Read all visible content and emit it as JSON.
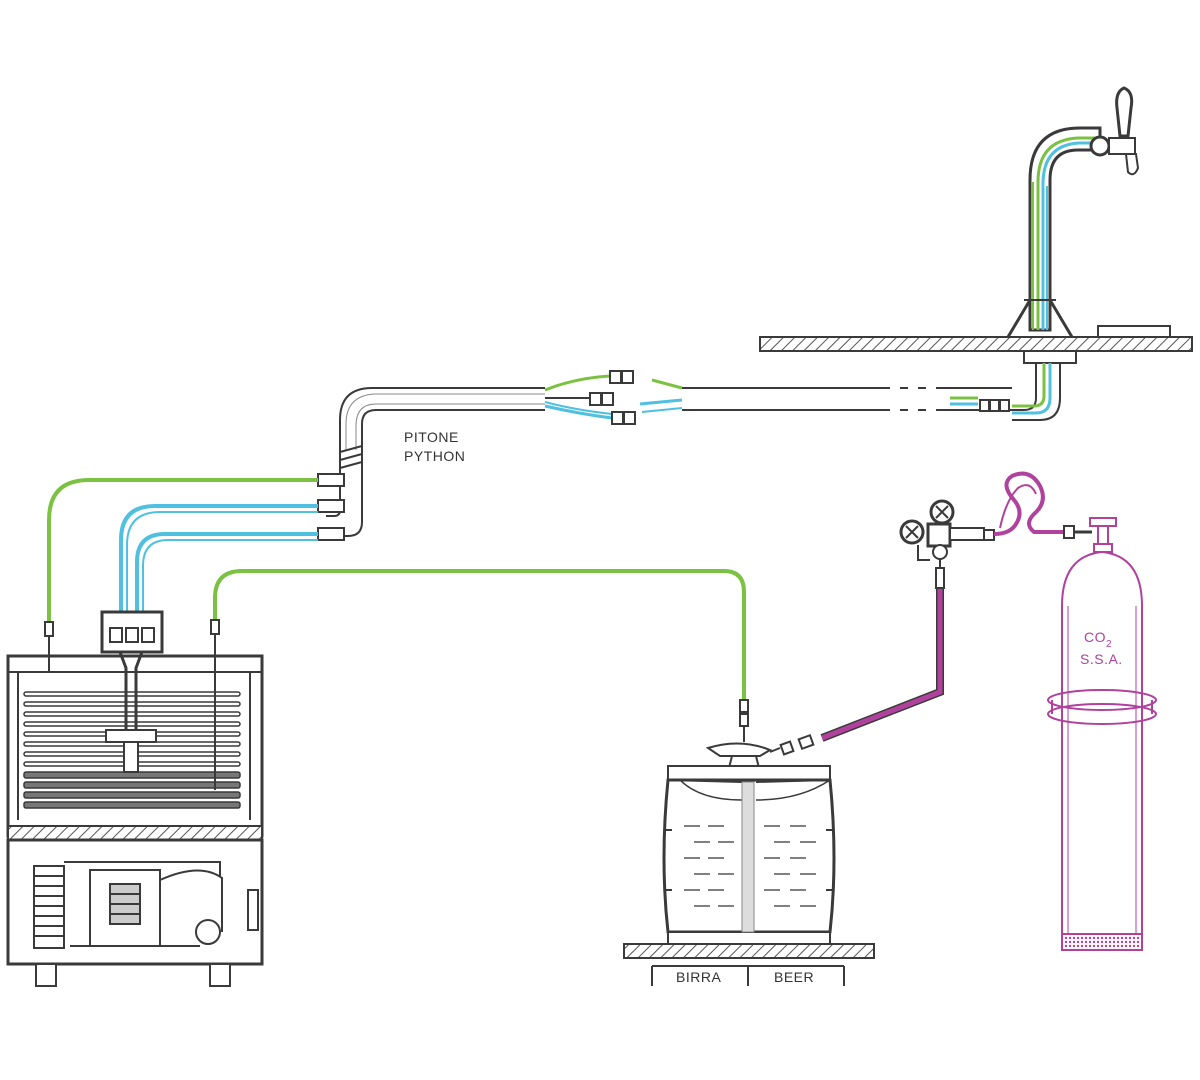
{
  "labels": {
    "python_it": "PITONE",
    "python_en": "PYTHON",
    "co2_main": "CO",
    "co2_sub": "2",
    "co2_line2": "S.S.A.",
    "keg_it": "BIRRA",
    "keg_en": "BEER"
  },
  "colors": {
    "line": "#3a3a3a",
    "beer_line": "#7cc242",
    "coolant_line": "#4fc0e0",
    "gas_line": "#b0429e",
    "hatch": "#555555"
  }
}
